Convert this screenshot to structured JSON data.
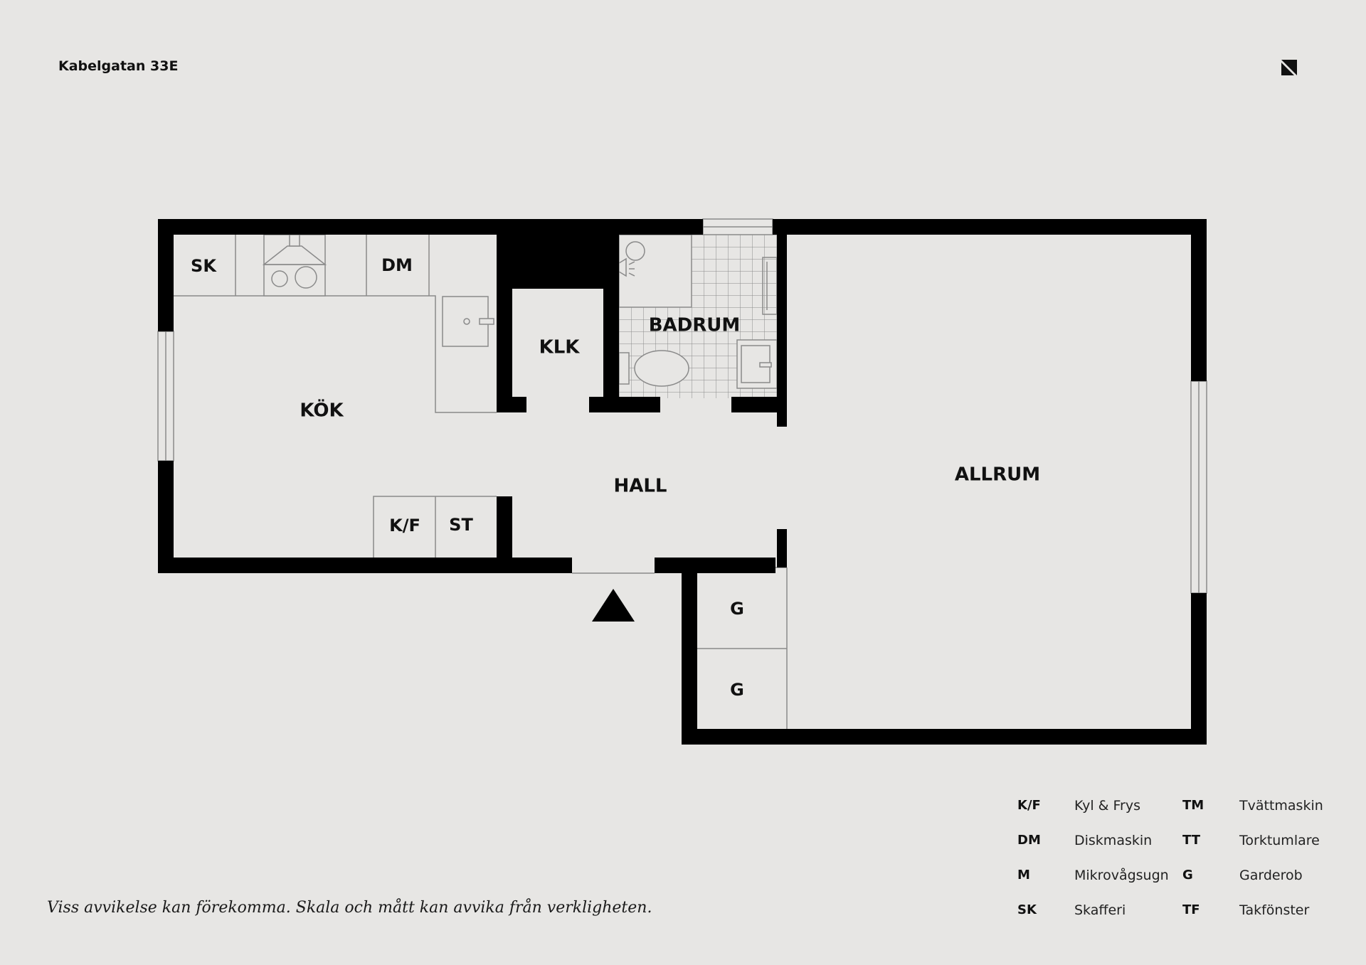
{
  "header": {
    "address": "Kabelgatan 33E"
  },
  "logo": {
    "icon": "brand-mark-icon",
    "color": "#111111"
  },
  "colors": {
    "background": "#e7e6e4",
    "wall": "#000000",
    "line": "#8a8a8a"
  },
  "rooms": {
    "kitchen": "KÖK",
    "closet": "KLK",
    "bathroom": "BADRUM",
    "hall": "HALL",
    "living_room": "ALLRUM"
  },
  "fixtures": {
    "pantry": "SK",
    "dishwasher": "DM",
    "fridge_freezer": "K/F",
    "storage": "ST",
    "wardrobe_1": "G",
    "wardrobe_2": "G"
  },
  "entrance": {
    "icon": "entrance-arrow-icon"
  },
  "legend": [
    {
      "abbr": "K/F",
      "label": "Kyl & Frys"
    },
    {
      "abbr": "DM",
      "label": "Diskmaskin"
    },
    {
      "abbr": "M",
      "label": "Mikrovågsugn"
    },
    {
      "abbr": "SK",
      "label": "Skafferi"
    },
    {
      "abbr": "TM",
      "label": "Tvättmaskin"
    },
    {
      "abbr": "TT",
      "label": "Torktumlare"
    },
    {
      "abbr": "G",
      "label": "Garderob"
    },
    {
      "abbr": "TF",
      "label": "Takfönster"
    }
  ],
  "footer": {
    "disclaimer": "Viss avvikelse kan förekomma. Skala och mått kan avvika från verkligheten."
  }
}
